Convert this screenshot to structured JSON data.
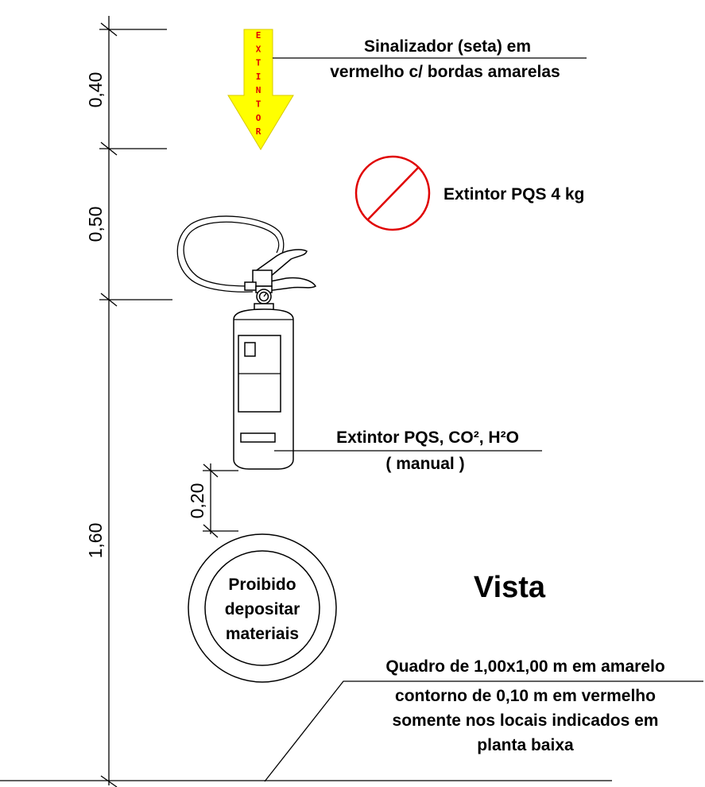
{
  "arrow_sign": {
    "letters": [
      "E",
      "X",
      "T",
      "I",
      "N",
      "T",
      "O",
      "R"
    ],
    "fill_color": "#ffff00",
    "text_color": "#e00000"
  },
  "labels": {
    "arrow_line1": "Sinalizador (seta) em",
    "arrow_line2": "vermelho c/ bordas amarelas",
    "pqs4kg": "Extintor PQS 4 kg",
    "extinguisher_line1": "Extintor PQS, CO², H²O",
    "extinguisher_line2": "( manual )",
    "prohibited_line1": "Proibido",
    "prohibited_line2": "depositar",
    "prohibited_line3": "materiais",
    "view_title": "Vista",
    "frame_line1": "Quadro de 1,00x1,00 m em amarelo",
    "frame_line2": "contorno de 0,10 m em vermelho",
    "frame_line3": "somente nos locais indicados em",
    "frame_line4": "planta baixa"
  },
  "dimensions": {
    "top_arrow": "0,40",
    "arrow_to_extinguisher": "0,50",
    "extinguisher_to_floor": "1,60",
    "extinguisher_to_circle": "0,20"
  },
  "colors": {
    "no_symbol": "#e00000",
    "line": "#000000"
  }
}
